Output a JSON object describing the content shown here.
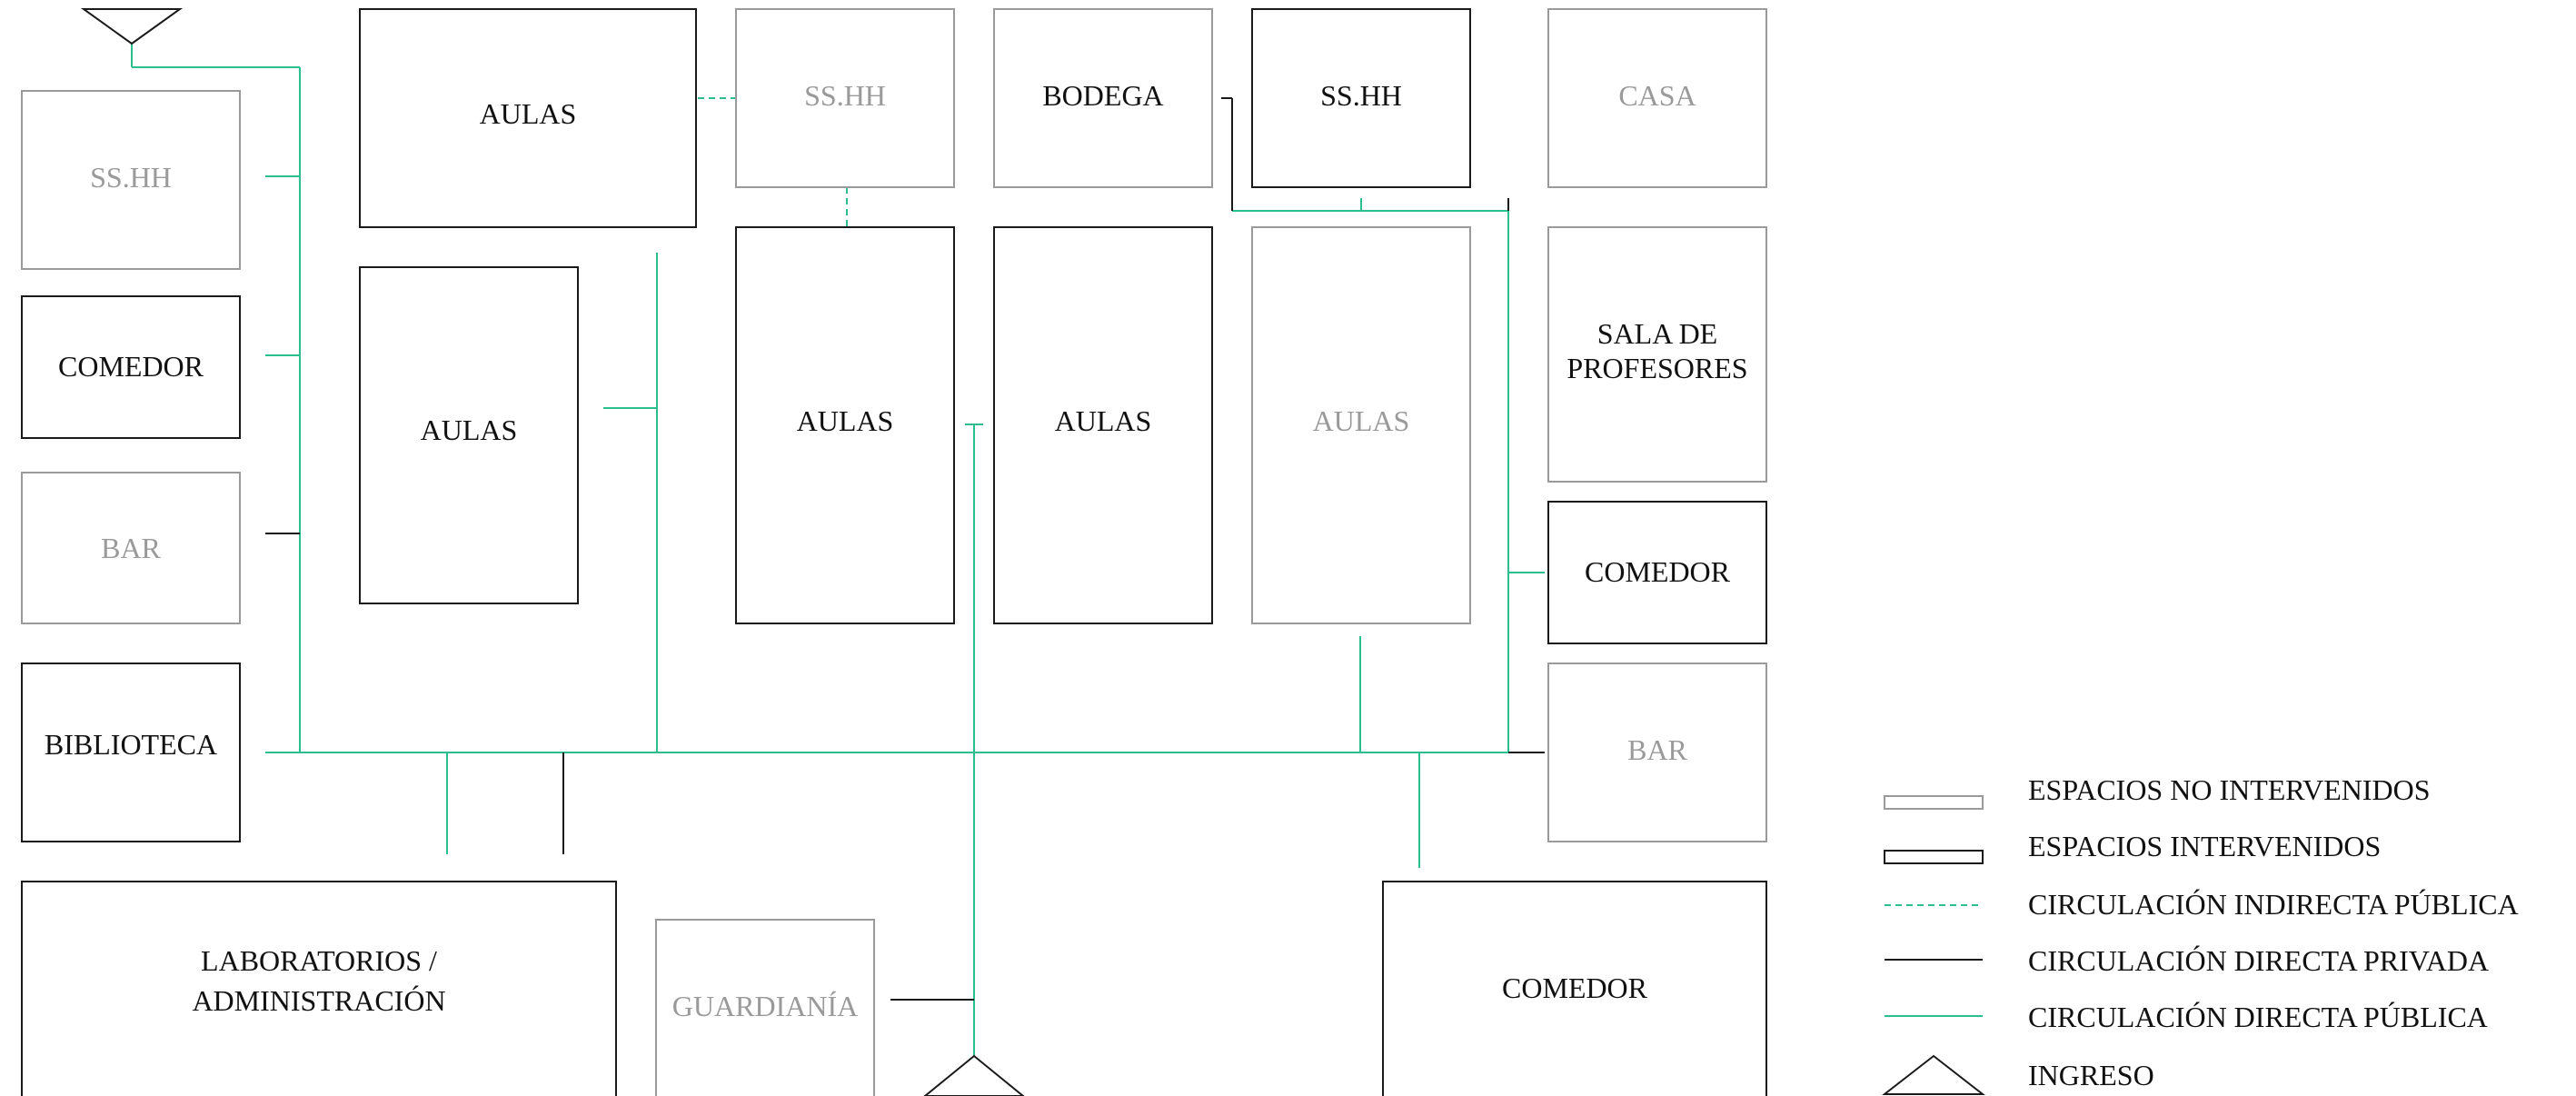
{
  "colors": {
    "intervened": "#1a1a1a",
    "not_intervened": "#9a9a9a",
    "public_circulation": "#2bbf8f",
    "private_circulation": "#1a1a1a"
  },
  "rooms": {
    "ss_hh_left": {
      "label": "SS.HH",
      "status": "not-intervened"
    },
    "comedor_left": {
      "label": "COMEDOR",
      "status": "intervened"
    },
    "bar_left": {
      "label": "BAR",
      "status": "not-intervened"
    },
    "biblioteca": {
      "label": "BIBLIOTECA",
      "status": "intervened"
    },
    "aulas_top": {
      "label": "AULAS",
      "status": "intervened"
    },
    "aulas_mid_left": {
      "label": "AULAS",
      "status": "intervened"
    },
    "ss_hh_top": {
      "label": "SS.HH",
      "status": "not-intervened"
    },
    "aulas_center": {
      "label": "AULAS",
      "status": "intervened"
    },
    "bodega": {
      "label": "BODEGA",
      "status": "intervened"
    },
    "aulas_center_right": {
      "label": "AULAS",
      "status": "intervened"
    },
    "ss_hh_right": {
      "label": "SS.HH",
      "status": "intervened"
    },
    "aulas_gray": {
      "label": "AULAS",
      "status": "not-intervened"
    },
    "casa": {
      "label": "CASA",
      "status": "not-intervened"
    },
    "sala_profesores": {
      "line1": "SALA  DE",
      "line2": "PROFESORES",
      "status": "intervened"
    },
    "comedor_right": {
      "label": "COMEDOR",
      "status": "intervened"
    },
    "bar_right": {
      "label": "BAR",
      "status": "not-intervened"
    },
    "laboratorios": {
      "line1": "LABORATORIOS /",
      "line2": "ADMINISTRACIÓN",
      "status": "intervened"
    },
    "guardiania": {
      "label": "GUARDIANÍA",
      "status": "not-intervened"
    },
    "comedor_bottom": {
      "label": "COMEDOR",
      "status": "intervened"
    }
  },
  "legend": {
    "not_intervened": "ESPACIOS NO INTERVENIDOS",
    "intervened": "ESPACIOS INTERVENIDOS",
    "indirect_public": "CIRCULACIÓN INDIRECTA PÚBLICA",
    "direct_private": "CIRCULACIÓN DIRECTA PRIVADA",
    "direct_public": "CIRCULACIÓN DIRECTA PÚBLICA",
    "entrance": "INGRESO"
  }
}
